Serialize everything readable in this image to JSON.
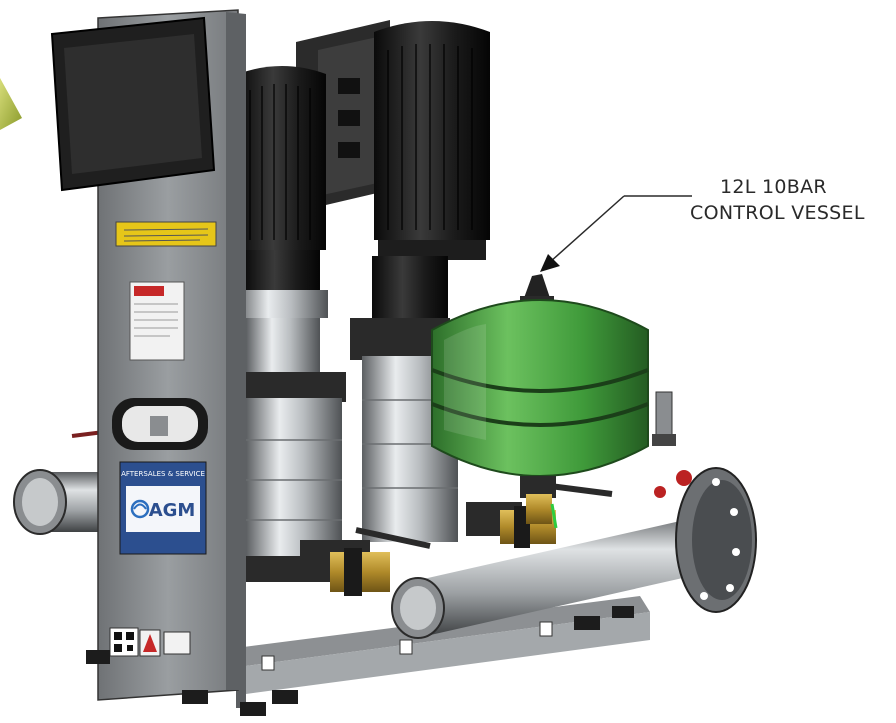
{
  "callout": {
    "line1": "12L 10BAR",
    "line2": "CONTROL VESSEL"
  },
  "service_panel": {
    "heading": "AFTERSALES & SERVICE",
    "brand": "AGM"
  },
  "colors": {
    "vessel_green": "#3f9a3a",
    "frame_grey": "#8a8d90",
    "motor_black": "#141414",
    "brass": "#b08a2a",
    "label_blue": "#2c4f8f",
    "warning_yellow": "#e6c619"
  }
}
